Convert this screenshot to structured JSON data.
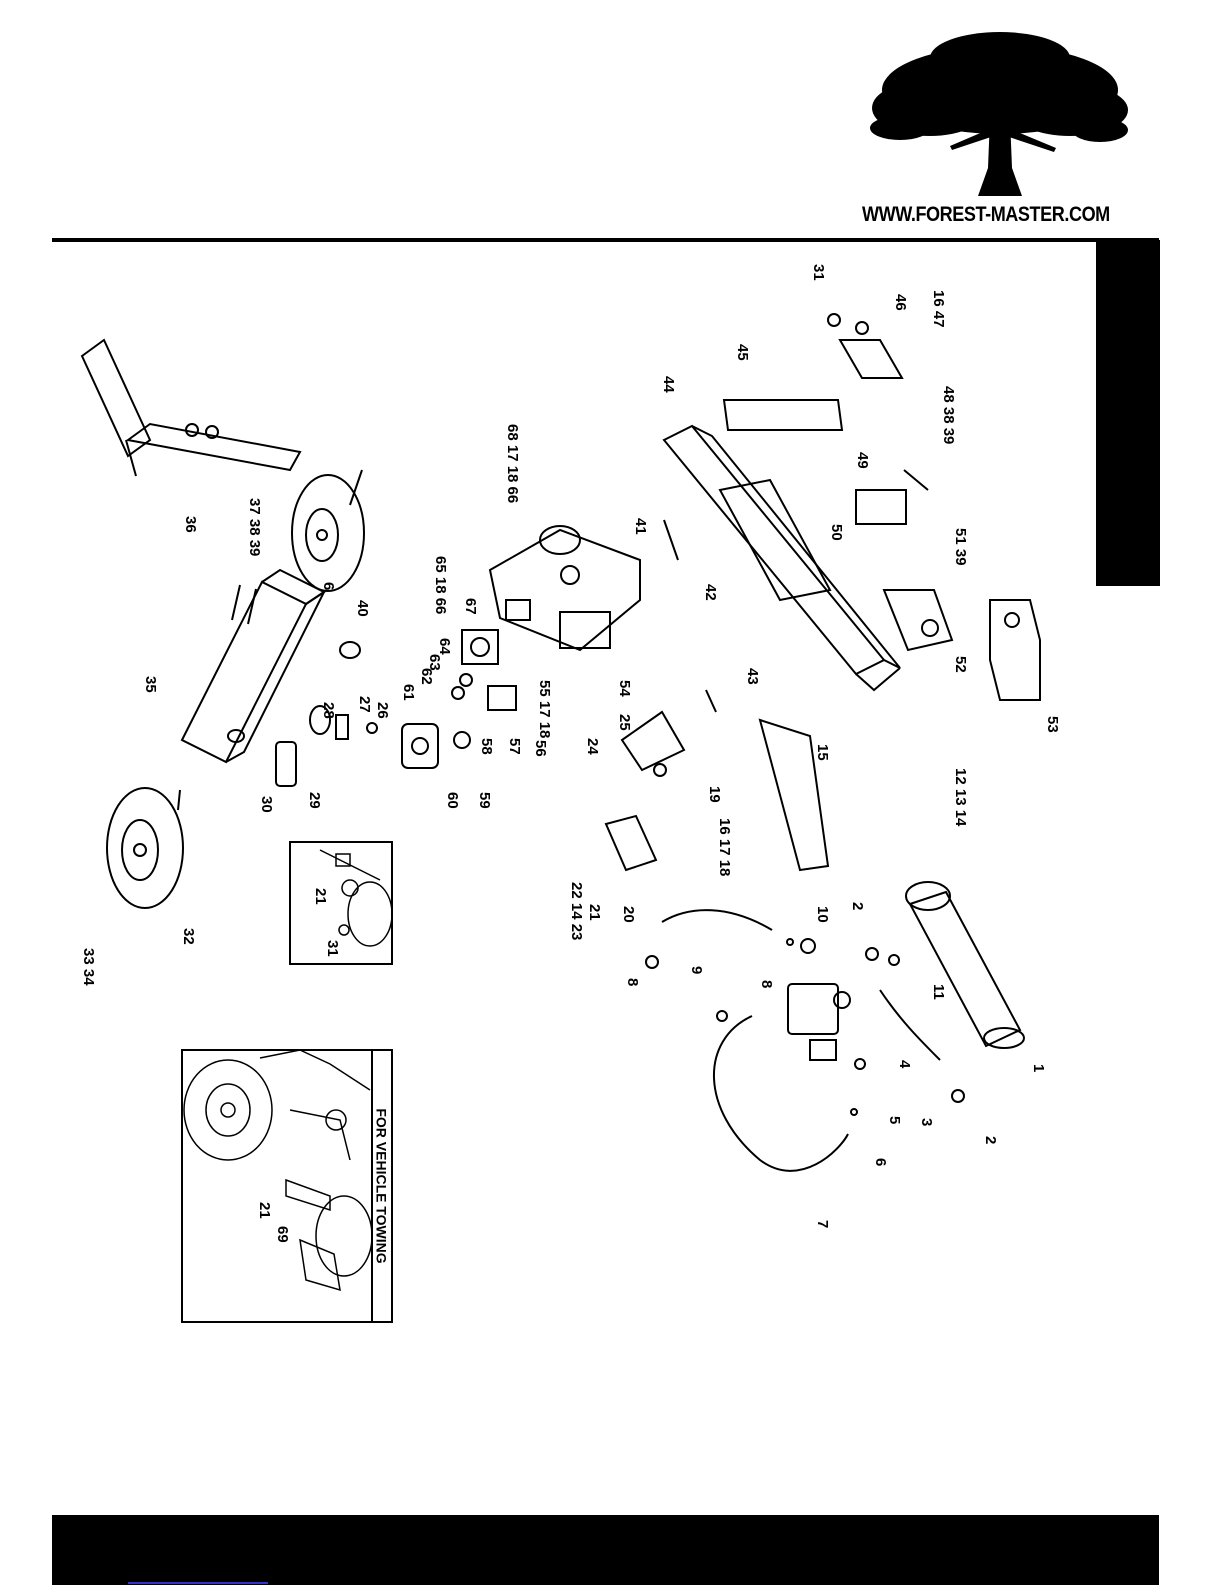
{
  "header": {
    "website": "WWW.FOREST-MASTER.COM",
    "logo_icon": "tree-silhouette-icon"
  },
  "inset": {
    "caption": "FOR VEHICLE TOWING"
  },
  "callouts": {
    "c1": "1",
    "c2a": "2",
    "c2b": "2",
    "c3": "3",
    "c4": "4",
    "c5": "5",
    "c6": "6",
    "c7": "7",
    "c8a": "8",
    "c8b": "8",
    "c9": "9",
    "c10": "10",
    "c11": "11",
    "c121314": "12 13 14",
    "c15": "15",
    "c161718": "16 17 18",
    "c1647": "16 47",
    "c19": "19",
    "c20": "20",
    "c21a": "21",
    "c21b": "21",
    "c21c": "21",
    "c221423": "22 14 23",
    "c24": "24",
    "c25": "25",
    "c26": "26",
    "c27": "27",
    "c28": "28",
    "c29": "29",
    "c30": "30",
    "c31a": "31",
    "c31b": "31",
    "c32": "32",
    "c3334": "33 34",
    "c35": "35",
    "c36": "36",
    "c373839": "37 38 39",
    "c40": "40",
    "c41": "41",
    "c42": "42",
    "c43": "43",
    "c44": "44",
    "c45": "45",
    "c46": "46",
    "c483839": "48 38 39",
    "c49": "49",
    "c50": "50",
    "c5139": "51 39",
    "c52": "52",
    "c53": "53",
    "c54": "54",
    "c551718": "55 17 18",
    "c56": "56",
    "c57": "57",
    "c58": "58",
    "c59": "59",
    "c60": "60",
    "c61": "61",
    "c62": "62",
    "c63": "63",
    "c64": "64",
    "c651866": "65 18 66",
    "c67": "67",
    "c68171866": "68 17 18 66",
    "c69": "69",
    "c6b": "6"
  }
}
